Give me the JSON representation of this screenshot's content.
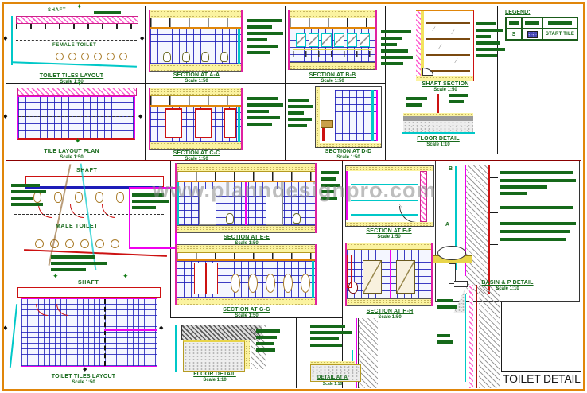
{
  "sheet": {
    "watermark": "www.planndesignpro.com",
    "title_block": {
      "title": "TOILET DETAIL"
    }
  },
  "legend": {
    "heading": "LEGEND:",
    "row": {
      "symbol": "S",
      "swatch": "start-tile-hatch",
      "label": "START TILE"
    }
  },
  "labels": {
    "shaft": "SHAFT",
    "female_toilet": "FEMALE TOILET",
    "male_toilet": "MALE TOILET",
    "ref_b": "B",
    "ref_a": "A"
  },
  "captions": {
    "plan_female": {
      "label": "TOILET TILES LAYOUT",
      "scale": "Scale 1:50"
    },
    "plan_tile_top": {
      "label": "TILE LAYOUT PLAN",
      "scale": "Scale 1:50"
    },
    "sec_aa": {
      "label": "SECTION AT A-A",
      "scale": "Scale 1:50"
    },
    "sec_bb": {
      "label": "SECTION AT B-B",
      "scale": "Scale 1:50"
    },
    "sec_cc": {
      "label": "SECTION AT C-C",
      "scale": "Scale 1:50"
    },
    "sec_dd": {
      "label": "SECTION AT D-D",
      "scale": "Scale 1:50"
    },
    "shaft_section": {
      "label": "SHAFT SECTION",
      "scale": "Scale 1:50"
    },
    "floor_detail_right": {
      "label": "FLOOR DETAIL",
      "scale": "Scale 1:10"
    },
    "sec_ee": {
      "label": "SECTION AT E-E",
      "scale": "Scale 1:50"
    },
    "sec_ff": {
      "label": "SECTION AT F-F",
      "scale": "Scale 1:50"
    },
    "basin_detail": {
      "label": "BASIN & P DETAIL",
      "scale": "Scale 1:10"
    },
    "plan_lower": {
      "label": "TOILET TILES LAYOUT",
      "scale": "Scale 1:50"
    },
    "sec_gg": {
      "label": "SECTION AT G-G",
      "scale": "Scale 1:50"
    },
    "sec_hh": {
      "label": "SECTION AT H-H",
      "scale": "Scale 1:50"
    },
    "floor_detail_bottom": {
      "label": "FLOOR DETAIL",
      "scale": "Scale 1:10"
    },
    "detail_at_a": {
      "label": "DETAIL AT A",
      "scale": "Scale 1:10"
    }
  },
  "colors": {
    "frame_orange": "#e0860a",
    "annotation_green": "#16691a",
    "tile_blue": "#1c1cb8",
    "magenta": "#ee00ee",
    "cyan": "#00c8c8",
    "red": "#cc1111",
    "yellow_band": "#fbf3a0",
    "divider_red": "#8b0000",
    "watermark_gray": "#8a8a8a",
    "title_black": "#151515"
  }
}
